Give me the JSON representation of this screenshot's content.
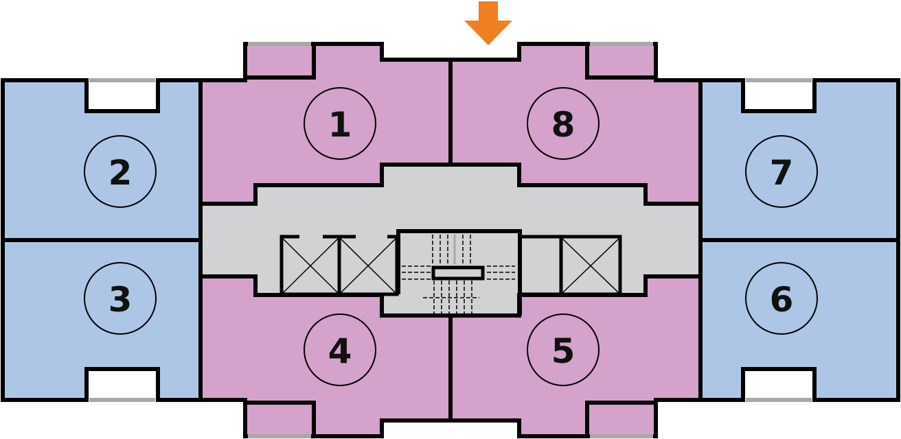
{
  "colors": {
    "side_units": "#adc6e6",
    "center_units": "#d4a2cb",
    "core": "#d1d2d4",
    "entrance_arrow": "#f07f22",
    "walls": "#000000",
    "windows": "#a8a8a8"
  },
  "entrance_arrow": {
    "icon": "arrow-down-icon"
  },
  "units": [
    {
      "label": "1"
    },
    {
      "label": "2"
    },
    {
      "label": "3"
    },
    {
      "label": "4"
    },
    {
      "label": "5"
    },
    {
      "label": "6"
    },
    {
      "label": "7"
    },
    {
      "label": "8"
    }
  ]
}
